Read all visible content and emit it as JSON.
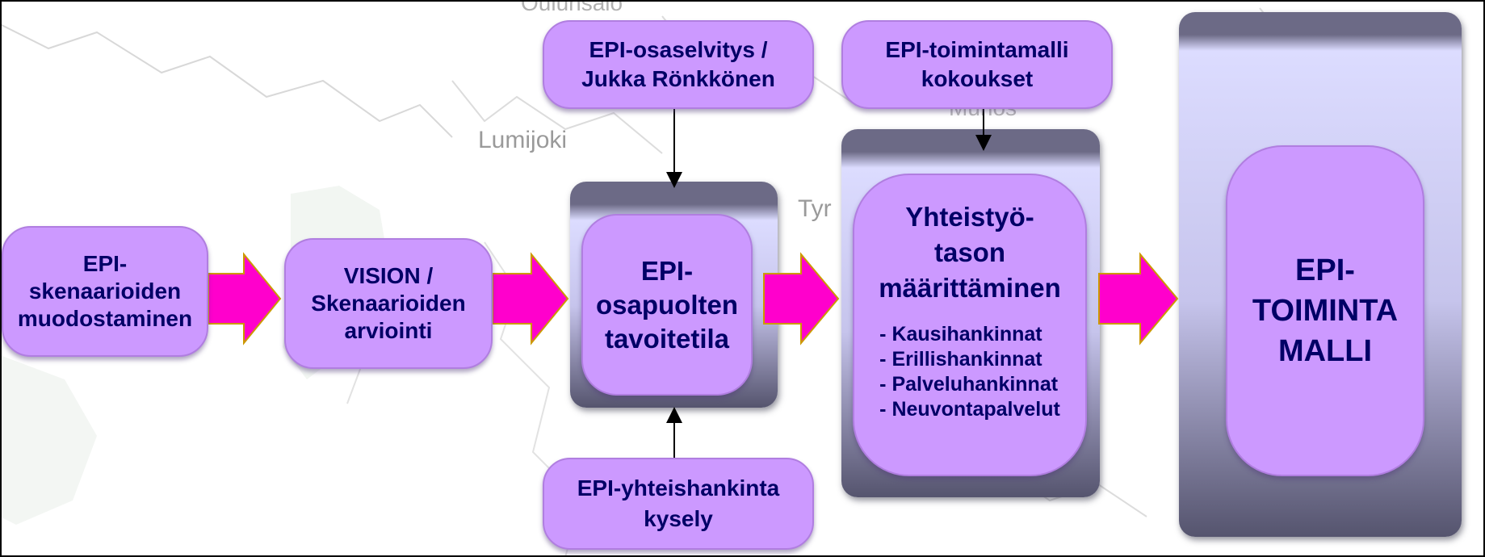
{
  "map_labels": {
    "oulunsalo": "Oulunsalo",
    "lumijoki": "Lumijoki",
    "tyrnava": "Tyr",
    "muhos": "Muhos"
  },
  "boxes": {
    "skenaarioiden": [
      "EPI-",
      "skenaarioiden",
      "muodostaminen"
    ],
    "vision": [
      "VISION /",
      "Skenaarioiden",
      "arviointi"
    ],
    "tavoitetila": [
      "EPI-",
      "osapuolten",
      "tavoitetila"
    ],
    "osaselvitys": [
      "EPI-osaselvitys /",
      "Jukka Rönkkönen"
    ],
    "kysely": [
      "EPI-yhteishankinta",
      "kysely"
    ],
    "kokoukset": [
      "EPI-toimintamalli",
      "kokoukset"
    ],
    "yhteistyotaso": {
      "title": [
        "Yhteistyö-",
        "tason",
        "määrittäminen"
      ],
      "items": [
        "- Kausihankinnat",
        "- Erillishankinnat",
        "- Palveluhankinnat",
        "- Neuvontapalvelut"
      ]
    },
    "toimintamalli": [
      "EPI-",
      "TOIMINTA",
      "MALLI"
    ]
  },
  "colors": {
    "box_fill": "#cc99ff",
    "text": "#000066",
    "flow_arrow": "#ff00cc",
    "panel_dark": "#6c6a86",
    "panel_light": "#dcdcff"
  }
}
